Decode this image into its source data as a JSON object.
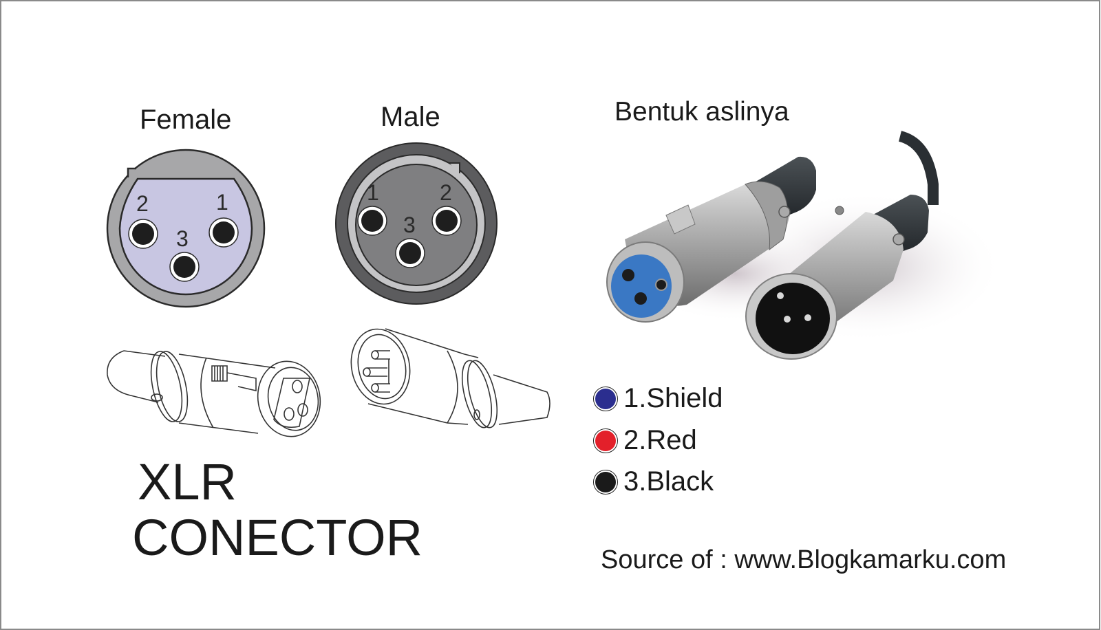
{
  "title": {
    "line1": "XLR",
    "line2": "CONECTOR"
  },
  "diagrams": {
    "female": {
      "label": "Female",
      "pins": [
        {
          "number": "2",
          "position": "top-left"
        },
        {
          "number": "1",
          "position": "top-right"
        },
        {
          "number": "3",
          "position": "bottom-center"
        }
      ],
      "colors": {
        "outer": "#a7a7a9",
        "inner": "#c8c6e2"
      }
    },
    "male": {
      "label": "Male",
      "pins": [
        {
          "number": "1",
          "position": "top-left"
        },
        {
          "number": "2",
          "position": "top-right"
        },
        {
          "number": "3",
          "position": "bottom-center"
        }
      ],
      "colors": {
        "outer": "#5c5c5e",
        "ring": "#c4c4c6",
        "inner": "#7f7f81"
      }
    }
  },
  "photo": {
    "caption": "Bentuk aslinya"
  },
  "legend": {
    "items": [
      {
        "label": "1.Shield",
        "color": "#2b2e8f"
      },
      {
        "label": "2.Red",
        "color": "#e3202a"
      },
      {
        "label": "3.Black",
        "color": "#1a1a1a"
      }
    ]
  },
  "source": {
    "text": "Source of : www.Blogkamarku.com"
  }
}
